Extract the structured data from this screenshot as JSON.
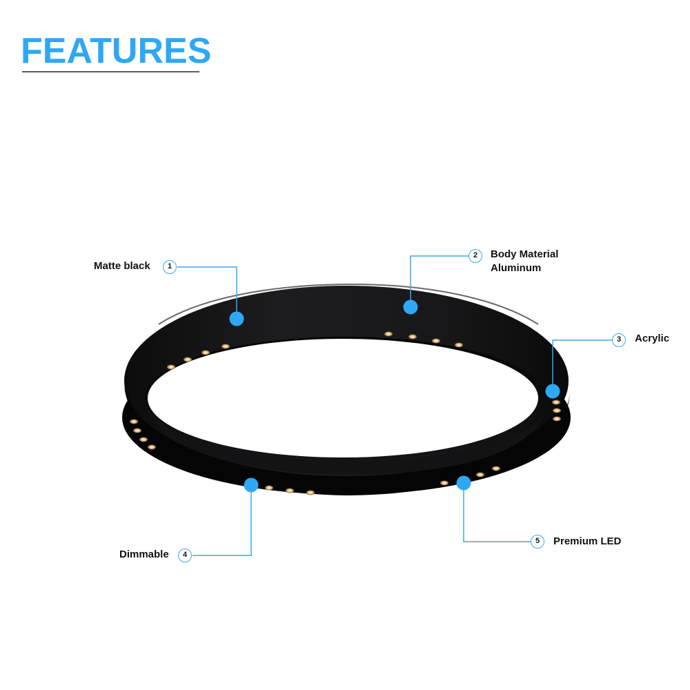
{
  "header": {
    "title": "FEATURES",
    "title_color": "#2ea8f5",
    "underline_color": "#555a60"
  },
  "product": {
    "name": "Black LED ring light fixture",
    "body_color": "#141414",
    "led_color": "#f3d9a6",
    "callout_color": "#3aa8ee",
    "marker_color": "#2ea8f5"
  },
  "callouts": [
    {
      "number": "1",
      "label": "Matte black"
    },
    {
      "number": "2",
      "label_line1": "Body Material",
      "label_line2": "Aluminum"
    },
    {
      "number": "3",
      "label": "Acrylic"
    },
    {
      "number": "4",
      "label": "Dimmable"
    },
    {
      "number": "5",
      "label": "Premium LED"
    }
  ]
}
